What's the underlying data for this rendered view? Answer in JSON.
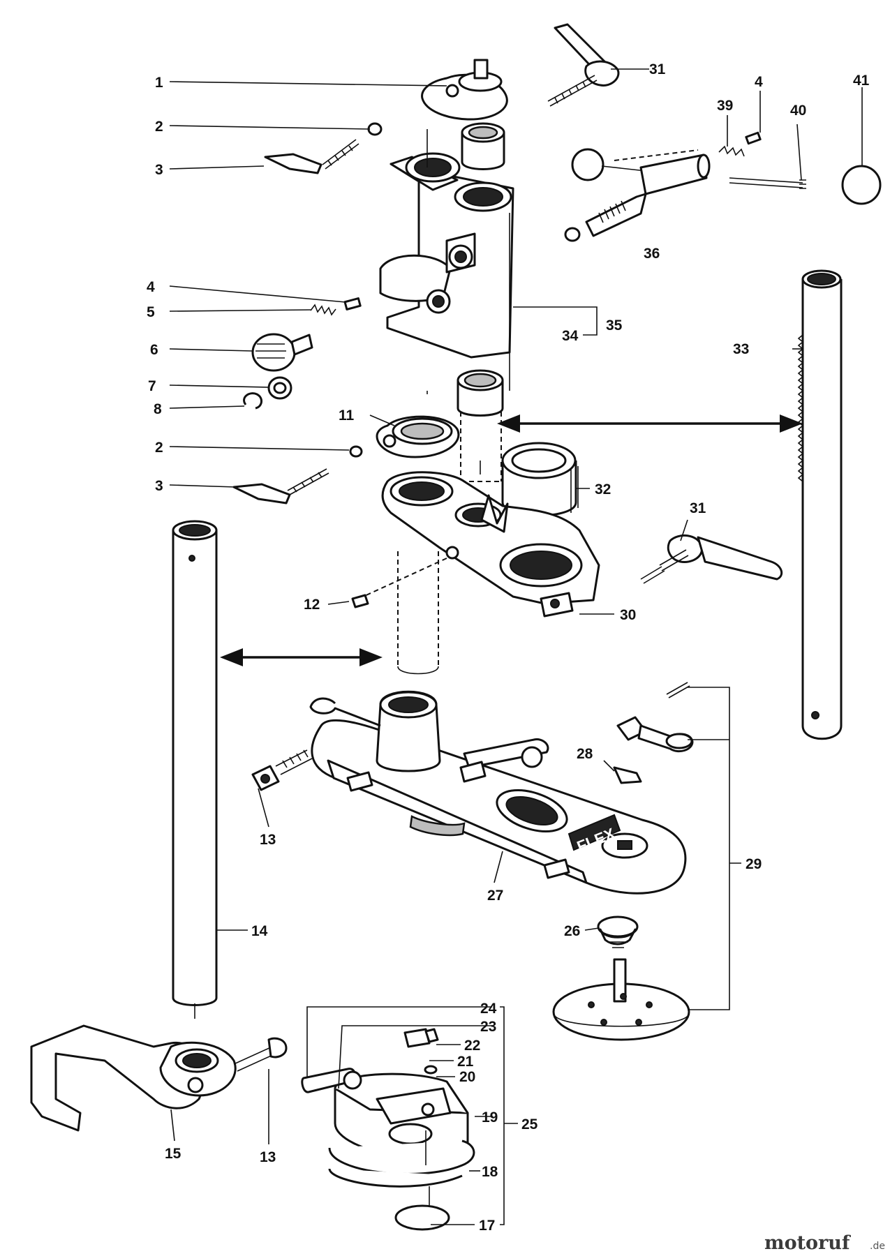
{
  "brand_plate": "FLEX",
  "watermark": {
    "main": "motoruf",
    "suffix": ".de"
  },
  "labels": [
    {
      "id": "l1",
      "text": "1"
    },
    {
      "id": "l2a",
      "text": "2"
    },
    {
      "id": "l3a",
      "text": "3"
    },
    {
      "id": "l31a",
      "text": "31"
    },
    {
      "id": "l4a",
      "text": "4"
    },
    {
      "id": "l39",
      "text": "39"
    },
    {
      "id": "l40",
      "text": "40"
    },
    {
      "id": "l41",
      "text": "41"
    },
    {
      "id": "l36",
      "text": "36"
    },
    {
      "id": "l4b",
      "text": "4"
    },
    {
      "id": "l5",
      "text": "5"
    },
    {
      "id": "l6",
      "text": "6"
    },
    {
      "id": "l7",
      "text": "7"
    },
    {
      "id": "l8",
      "text": "8"
    },
    {
      "id": "l35",
      "text": "35"
    },
    {
      "id": "l34",
      "text": "34"
    },
    {
      "id": "l33",
      "text": "33"
    },
    {
      "id": "l11",
      "text": "11"
    },
    {
      "id": "l2b",
      "text": "2"
    },
    {
      "id": "l3b",
      "text": "3"
    },
    {
      "id": "l32",
      "text": "32"
    },
    {
      "id": "l31b",
      "text": "31"
    },
    {
      "id": "l12",
      "text": "12"
    },
    {
      "id": "l30",
      "text": "30"
    },
    {
      "id": "l28",
      "text": "28"
    },
    {
      "id": "l29",
      "text": "29"
    },
    {
      "id": "l13a",
      "text": "13"
    },
    {
      "id": "l27",
      "text": "27"
    },
    {
      "id": "l26",
      "text": "26"
    },
    {
      "id": "l14",
      "text": "14"
    },
    {
      "id": "l24",
      "text": "24"
    },
    {
      "id": "l23",
      "text": "23"
    },
    {
      "id": "l22",
      "text": "22"
    },
    {
      "id": "l21",
      "text": "21"
    },
    {
      "id": "l20",
      "text": "20"
    },
    {
      "id": "l19",
      "text": "19"
    },
    {
      "id": "l25",
      "text": "25"
    },
    {
      "id": "l18",
      "text": "18"
    },
    {
      "id": "l17",
      "text": "17"
    },
    {
      "id": "l15",
      "text": "15"
    },
    {
      "id": "l13b",
      "text": "13"
    }
  ]
}
